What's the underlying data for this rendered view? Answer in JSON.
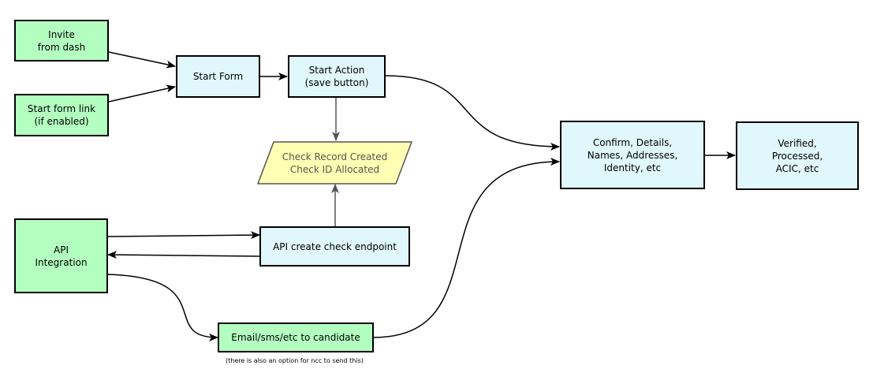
{
  "nodes": {
    "invite_from_dash": "Invite\nfrom dash",
    "start_form_link": "Start form link\n(if enabled)",
    "start_form": "Start Form",
    "start_action": "Start Action\n(save button)",
    "check_record": "Check Record Created\nCheck ID Allocated",
    "api_integration": "API\nIntegration",
    "api_create_check": "API create check endpoint",
    "email_sms": "Email/sms/etc to candidate",
    "confirm_details": "Confirm, Details,\nNames, Addresses,\nIdentity, etc",
    "verified": "Verified,\nProcessed,\nACIC, etc"
  },
  "note": "(there is also an option for ncc to send this)",
  "colors": {
    "entry_fill": "#b3ffc0",
    "process_fill": "#e0f7fb",
    "record_fill": "#ffffb3",
    "stroke": "#000000",
    "record_text": "#555555"
  }
}
